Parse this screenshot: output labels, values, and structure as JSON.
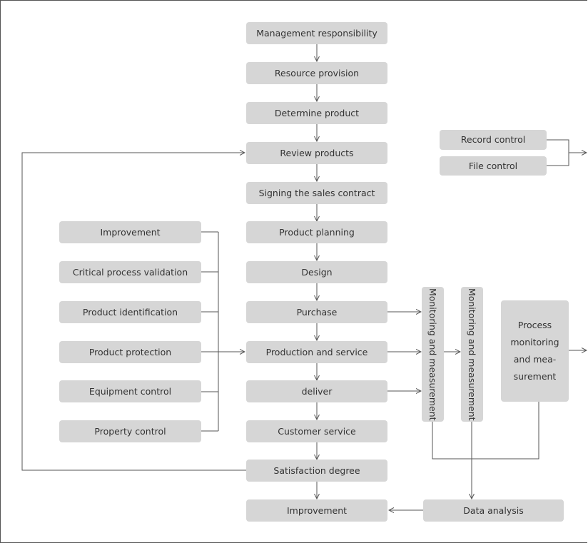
{
  "main_flow": [
    "Management responsibility",
    "Resource provision",
    "Determine product",
    "Review products",
    "Signing the sales contract",
    "Product planning",
    "Design",
    "Purchase",
    "Production and service",
    "deliver",
    "Customer service",
    "Satisfaction degree",
    "Improvement"
  ],
  "left_inputs": [
    "Improvement",
    "Critical process validation",
    "Product identification",
    "Product protection",
    "Equipment control",
    "Property control"
  ],
  "controls": {
    "record": "Record control",
    "file": "File control"
  },
  "monitoring": {
    "first": "Monitoring and measurement",
    "second": "Monitoring and measurement",
    "process_lines": [
      "Process",
      "monitoring",
      "and mea-",
      "surement"
    ]
  },
  "data_analysis": "Data analysis",
  "colors": {
    "box": "#d6d6d6",
    "line": "#555555",
    "text": "#333333"
  }
}
